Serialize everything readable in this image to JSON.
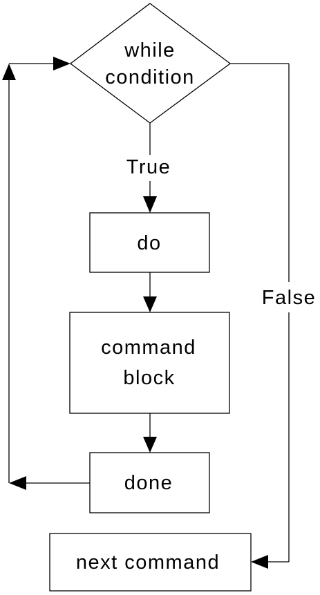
{
  "diagram": {
    "condition_line1": "while",
    "condition_line2": "condition",
    "true_label": "True",
    "false_label": "False",
    "do_label": "do",
    "block_line1": "command",
    "block_line2": "block",
    "done_label": "done",
    "next_label": "next command"
  },
  "colors": {
    "stroke": "#000000",
    "fill": "#ffffff"
  }
}
